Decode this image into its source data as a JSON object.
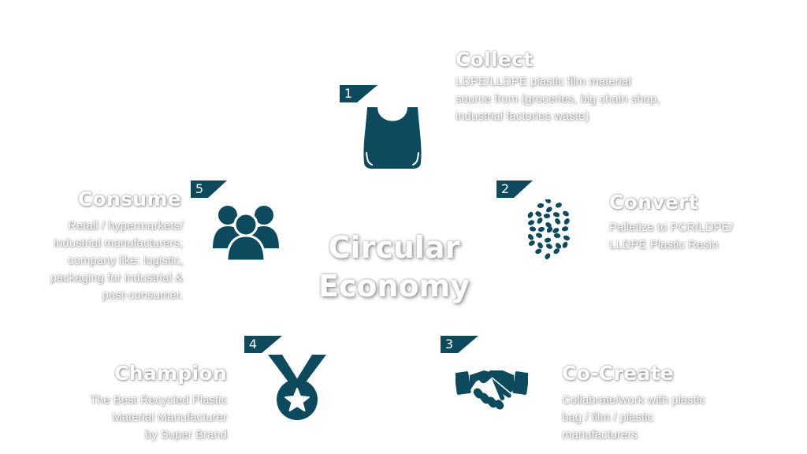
{
  "colors": {
    "icon": "#0d4a5e",
    "text": "#ffffff"
  },
  "center": {
    "line1": "Circular",
    "line2": "Economy"
  },
  "steps": [
    {
      "number": "1",
      "title": "Collect",
      "icon": "bag-icon",
      "lines": [
        "LDPE/LLDPE plastic film material",
        "source from (groceries, big chain shop,",
        "industrial factories waste)"
      ]
    },
    {
      "number": "2",
      "title": "Convert",
      "icon": "pellets-icon",
      "lines": [
        "Palletize to PCR/LDPE/",
        "LLDPE Plastic Resin"
      ]
    },
    {
      "number": "3",
      "title": "Co-Create",
      "icon": "handshake-icon",
      "lines": [
        "Collabrate/work with plastic",
        "bag / film / plastic",
        "manufacturers"
      ]
    },
    {
      "number": "4",
      "title": "Champion",
      "icon": "medal-icon",
      "lines": [
        "The Best Recycled Plastic",
        "Material Manufacturer",
        "by Super Brand"
      ]
    },
    {
      "number": "5",
      "title": "Consume",
      "icon": "people-icon",
      "lines": [
        "Retail / hypermarkets/",
        "industrial manufacturers,",
        "company like: logistic,",
        "packaging for industrial &",
        "post-consumer."
      ]
    }
  ]
}
